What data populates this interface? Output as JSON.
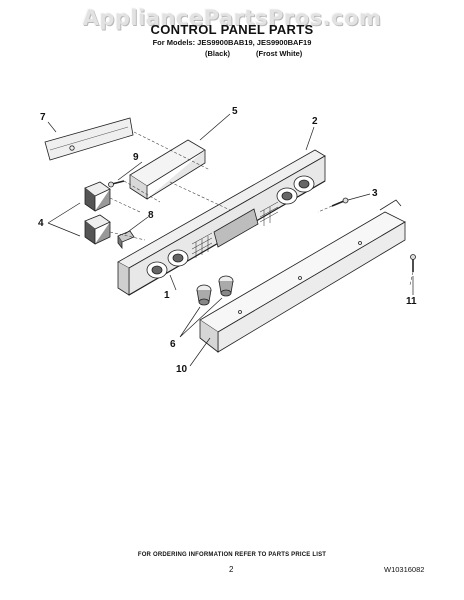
{
  "watermark": "AppliancePartsPros.com",
  "header": {
    "title": "CONTROL PANEL PARTS",
    "models": "For Models: JES9900BAB19, JES9900BAF19",
    "color_black": "(Black)",
    "color_white": "(Frost White)"
  },
  "callouts": [
    "1",
    "2",
    "3",
    "4",
    "5",
    "6",
    "7",
    "8",
    "9",
    "10",
    "11"
  ],
  "footer": {
    "note": "FOR ORDERING INFORMATION REFER TO PARTS PRICE LIST",
    "page_number": "2",
    "document_number": "W10316082"
  }
}
